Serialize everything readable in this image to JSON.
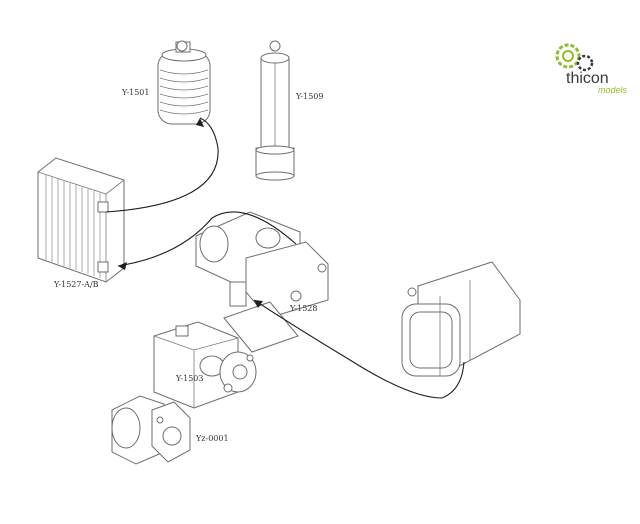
{
  "brand": {
    "name": "thicon",
    "sub": "models",
    "accent": "#8fbf2a"
  },
  "parts": [
    {
      "id": "Y-1501",
      "icon": "accumulator-icon"
    },
    {
      "id": "Y-1509",
      "icon": "hydraulic-cylinder-icon"
    },
    {
      "id": "Y-1527-A/B",
      "icon": "oil-cooler-icon"
    },
    {
      "id": "Y-1528",
      "icon": "hydraulic-pump-icon"
    },
    {
      "id": "Y-1503",
      "icon": "control-valve-icon"
    },
    {
      "id": "Yz-0001",
      "icon": "electric-motor-icon"
    }
  ]
}
